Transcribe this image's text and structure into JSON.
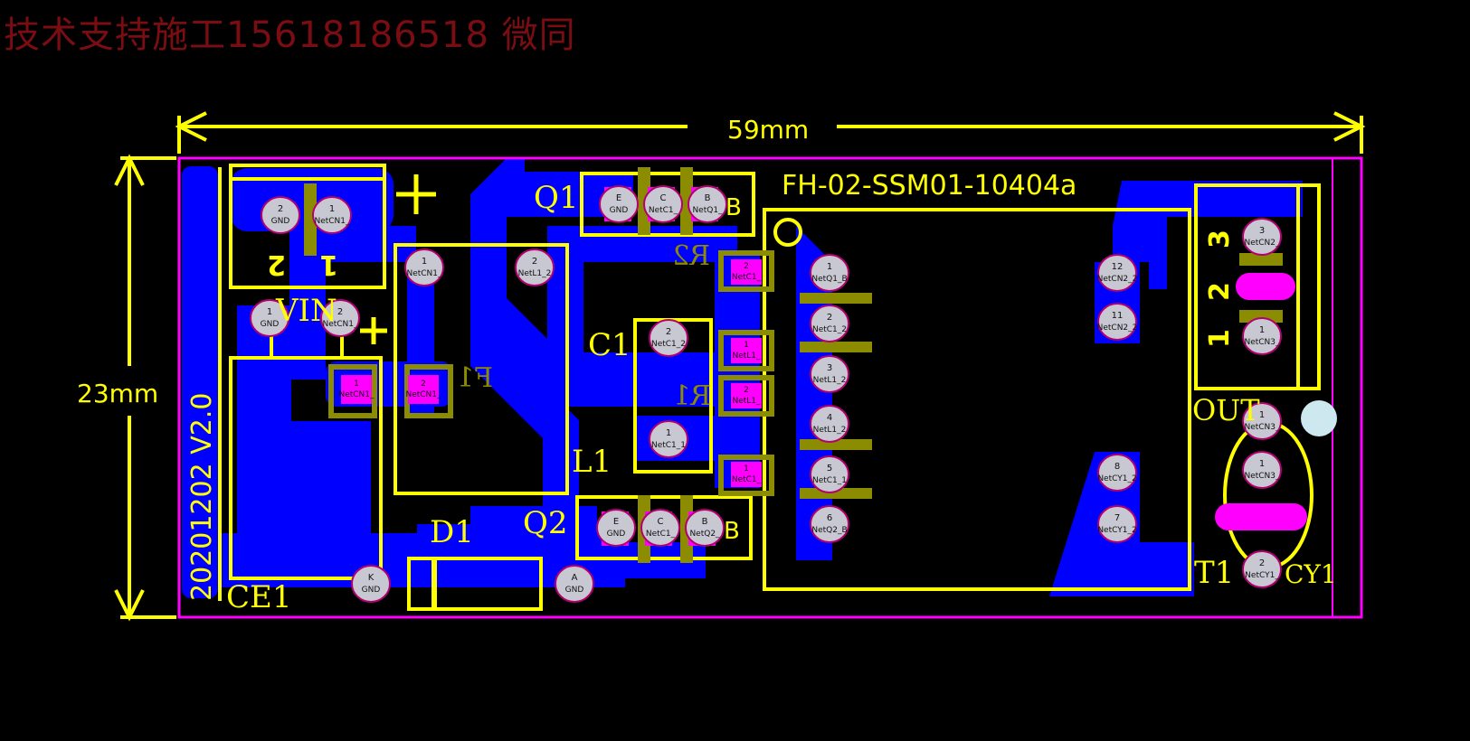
{
  "watermark": "技术支持施工15618186518 微同",
  "dimensions": {
    "width": "59mm",
    "height": "23mm"
  },
  "board": {
    "title": "FH-02-SSM01-10404a",
    "version": "20201202  V2.0"
  },
  "refdes": {
    "vin": "VIN",
    "q1": "Q1",
    "q2": "Q2",
    "c1": "C1",
    "l1": "L1",
    "d1": "D1",
    "ce1": "CE1",
    "t1": "T1",
    "cy1": "CY1",
    "out": "OUT",
    "r2": "R2",
    "r1": "R1",
    "f1": "F1"
  },
  "silk_marks": {
    "plus": "+",
    "vin_pin2": "2",
    "vin_pin1": "1",
    "out_pin3": "3",
    "out_pin2": "2",
    "out_pin1": "1",
    "e": "E",
    "c": "C",
    "b": "B"
  },
  "pads": {
    "vin_2": {
      "num": "2",
      "net": "GND"
    },
    "vin_1": {
      "num": "1",
      "net": "NetCN1_"
    },
    "ce1_1": {
      "num": "1",
      "net": "GND"
    },
    "ce1_2": {
      "num": "2",
      "net": "NetCN1_"
    },
    "l1_1": {
      "num": "1",
      "net": "NetCN1_"
    },
    "l1_2": {
      "num": "2",
      "net": "NetL1_2"
    },
    "q1_e": {
      "num": "E",
      "net": "GND"
    },
    "q1_c": {
      "num": "C",
      "net": "NetC1_"
    },
    "q1_b": {
      "num": "B",
      "net": "NetQ1_"
    },
    "q2_e": {
      "num": "E",
      "net": "GND"
    },
    "q2_c": {
      "num": "C",
      "net": "NetC1_"
    },
    "q2_b": {
      "num": "B",
      "net": "NetQ2_"
    },
    "c1_2": {
      "num": "2",
      "net": "NetC1_2"
    },
    "c1_1": {
      "num": "1",
      "net": "NetC1_1"
    },
    "t1_1": {
      "num": "1",
      "net": "NetQ1_B"
    },
    "t1_2": {
      "num": "2",
      "net": "NetC1_2"
    },
    "t1_3": {
      "num": "3",
      "net": "NetL1_2"
    },
    "t1_4": {
      "num": "4",
      "net": "NetL1_2"
    },
    "t1_5": {
      "num": "5",
      "net": "NetC1_1"
    },
    "t1_6": {
      "num": "6",
      "net": "NetQ2_B"
    },
    "t1_12": {
      "num": "12",
      "net": "NetCN2_2"
    },
    "t1_11": {
      "num": "11",
      "net": "NetCN2_2"
    },
    "t1_8": {
      "num": "8",
      "net": "NetCY1_2"
    },
    "t1_7": {
      "num": "7",
      "net": "NetCY1_2"
    },
    "out_3": {
      "num": "3",
      "net": "NetCN2_"
    },
    "out_1": {
      "num": "1",
      "net": "NetCN3_"
    },
    "cy1_top": {
      "num": "1",
      "net": "NetCN3_"
    },
    "cy1_mid": {
      "num": "1",
      "net": "NetCN3_"
    },
    "cy1_2": {
      "num": "2",
      "net": "NetCY1_"
    },
    "d1_k": {
      "num": "K",
      "net": "GND"
    },
    "d1_a": {
      "num": "A",
      "net": "GND"
    }
  },
  "smd_pads": {
    "f1_1": {
      "num": "1",
      "net": "NetCN1_"
    },
    "f1_2": {
      "num": "2",
      "net": "NetCN1_"
    },
    "r2_2": {
      "num": "2",
      "net": "NetC1_"
    },
    "r1_1": {
      "num": "1",
      "net": "NetL1_"
    },
    "r1_2": {
      "num": "2",
      "net": "NetL1_"
    },
    "r_bot": {
      "num": "1",
      "net": "NetC1_"
    }
  },
  "colors": {
    "background": "#000000",
    "copper": "#0000ff",
    "silkscreen": "#ffff00",
    "silk_bottom": "#8c8c00",
    "outline": "#ff00ff",
    "pad": "#c8c8d2",
    "watermark": "#7a0d12"
  }
}
